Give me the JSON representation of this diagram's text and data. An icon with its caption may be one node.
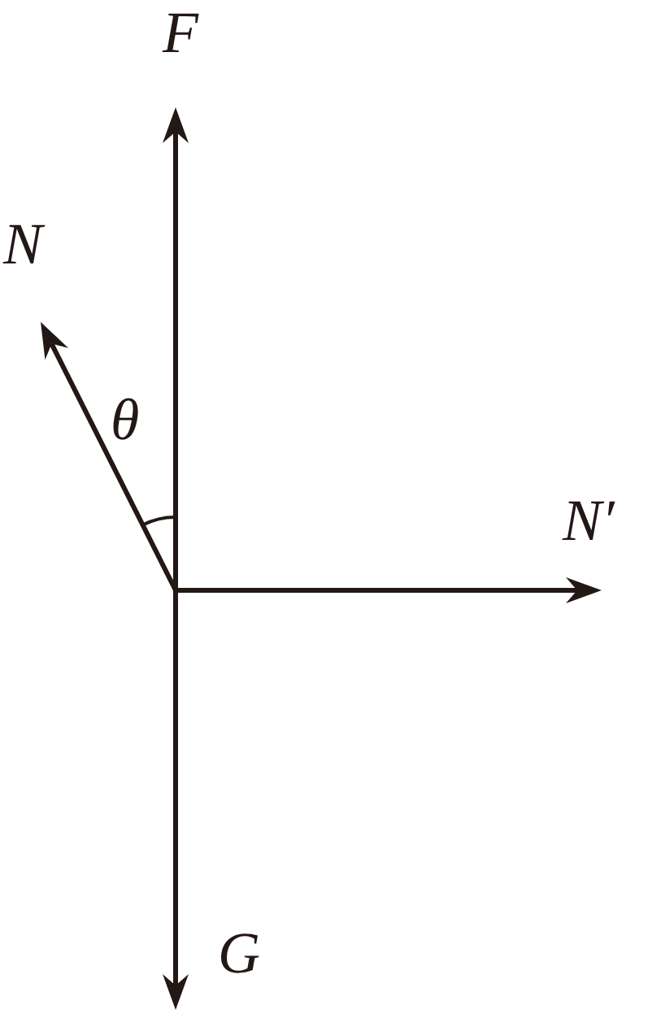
{
  "diagram": {
    "labels": [
      "F",
      "N",
      "θ",
      "N′",
      "G"
    ]
  }
}
